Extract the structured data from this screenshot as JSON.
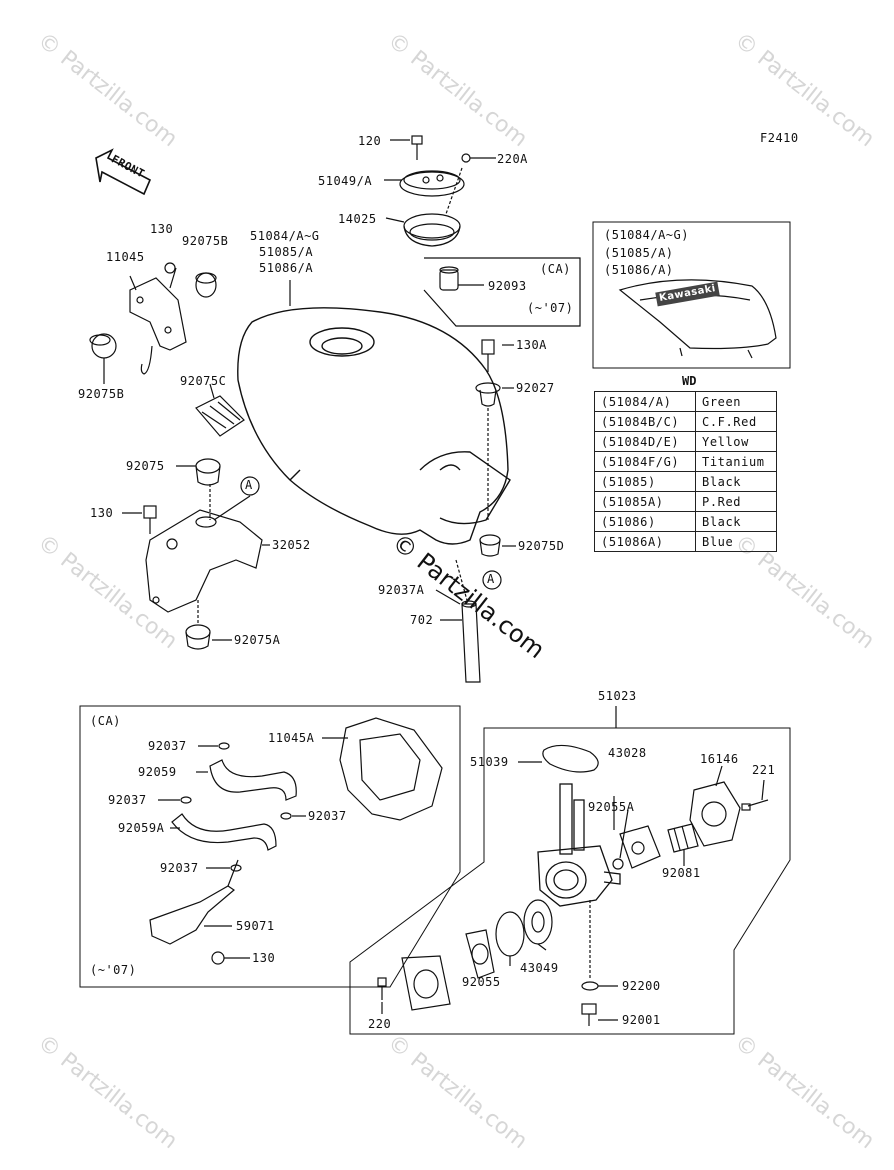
{
  "figure_code": "F2410",
  "front_label": "FRONT",
  "watermark": "© Partzilla.com",
  "labels": {
    "p120": "120",
    "p51049A": "51049/A",
    "p220A": "220A",
    "p14025": "14025",
    "p130_top": "130",
    "p92075B_top": "92075B",
    "p11045": "11045",
    "p51084": "51084/A~G",
    "p51085": "51085/A",
    "p51086": "51086/A",
    "pCA_top": "(CA)",
    "p92093": "92093",
    "p07_top": "(~'07)",
    "p92075B_bottom": "92075B",
    "p92075C": "92075C",
    "p130A": "130A",
    "p92027": "92027",
    "p92075": "92075",
    "p130_mid": "130",
    "p32052": "32052",
    "p92075D": "92075D",
    "p92037A": "92037A",
    "p702": "702",
    "p92075A": "92075A",
    "pA1": "A",
    "pA2": "A",
    "p51023": "51023",
    "pCA_box": "(CA)",
    "p11045A": "11045A",
    "p92037_1": "92037",
    "p92059": "92059",
    "p92037_2": "92037",
    "p92037_3": "92037",
    "p92059A": "92059A",
    "p92037_4": "92037",
    "p59071": "59071",
    "p130_box": "130",
    "p07_box": "(~'07)",
    "p51039": "51039",
    "p43028": "43028",
    "p16146": "16146",
    "p221": "221",
    "p92055A": "92055A",
    "p92081": "92081",
    "p43049": "43049",
    "p92055": "92055",
    "p92200": "92200",
    "p92001": "92001",
    "p220": "220"
  },
  "inset": {
    "lines": [
      "(51084/A~G)",
      "(51085/A)",
      "(51086/A)"
    ],
    "badge": "Kawasaki"
  },
  "wd_table": {
    "title": "WD",
    "rows": [
      {
        "code": "(51084/A)",
        "color": "Green"
      },
      {
        "code": "(51084B/C)",
        "color": "C.F.Red"
      },
      {
        "code": "(51084D/E)",
        "color": "Yellow"
      },
      {
        "code": "(51084F/G)",
        "color": "Titanium"
      },
      {
        "code": "(51085)",
        "color": "Black"
      },
      {
        "code": "(51085A)",
        "color": "P.Red"
      },
      {
        "code": "(51086)",
        "color": "Black"
      },
      {
        "code": "(51086A)",
        "color": "Blue"
      }
    ]
  }
}
